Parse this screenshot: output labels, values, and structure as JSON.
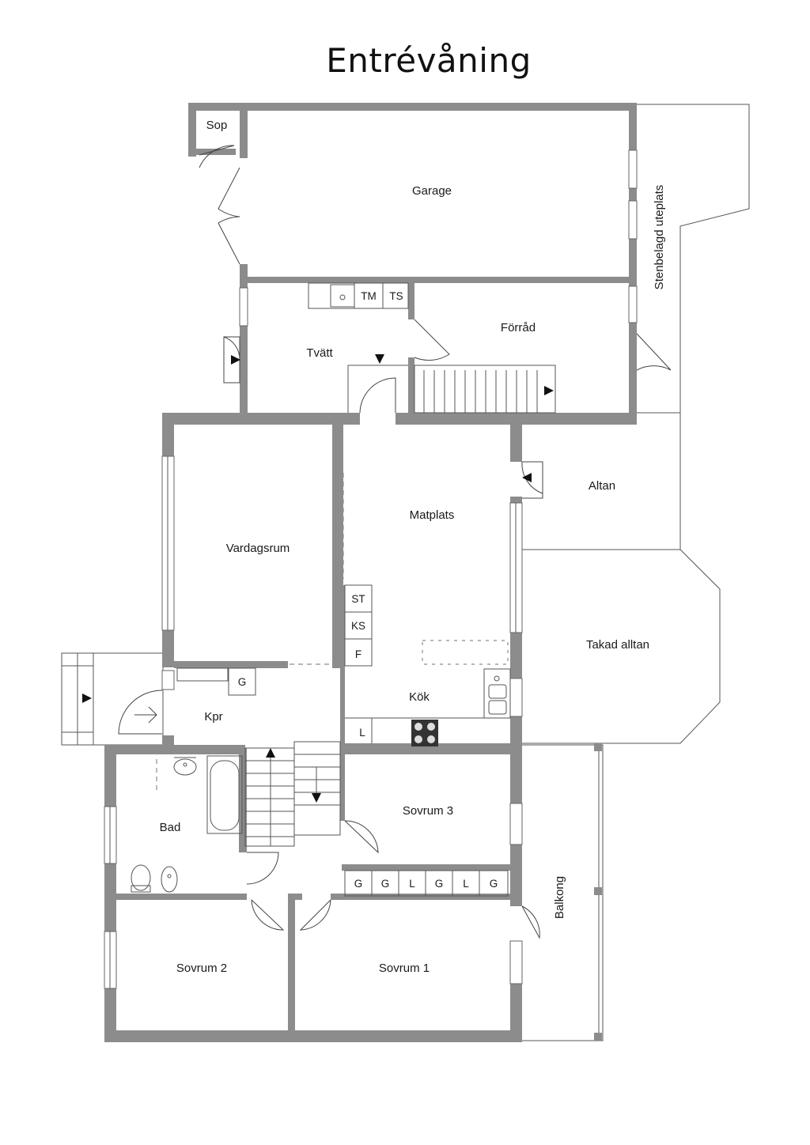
{
  "title": "Entrévåning",
  "rooms": {
    "sop": "Sop",
    "garage": "Garage",
    "uteplats": "Stenbelagd uteplats",
    "tvatt": "Tvätt",
    "forrad": "Förråd",
    "vardagsrum": "Vardagsrum",
    "matplats": "Matplats",
    "altan": "Altan",
    "takad_altan": "Takad alltan",
    "kok": "Kök",
    "kpr": "Kpr",
    "bad": "Bad",
    "sovrum3": "Sovrum 3",
    "sovrum2": "Sovrum 2",
    "sovrum1": "Sovrum 1",
    "balkong": "Balkong"
  },
  "fixtures": {
    "tm": "TM",
    "ts": "TS",
    "st": "ST",
    "ks": "KS",
    "f": "F",
    "g_hall": "G",
    "l_kitchen": "L",
    "wardrobes": [
      "G",
      "G",
      "L",
      "G",
      "L",
      "G"
    ]
  },
  "colors": {
    "wall": "#8c8c8c",
    "line": "#555555",
    "text": "#1a1a1a"
  }
}
